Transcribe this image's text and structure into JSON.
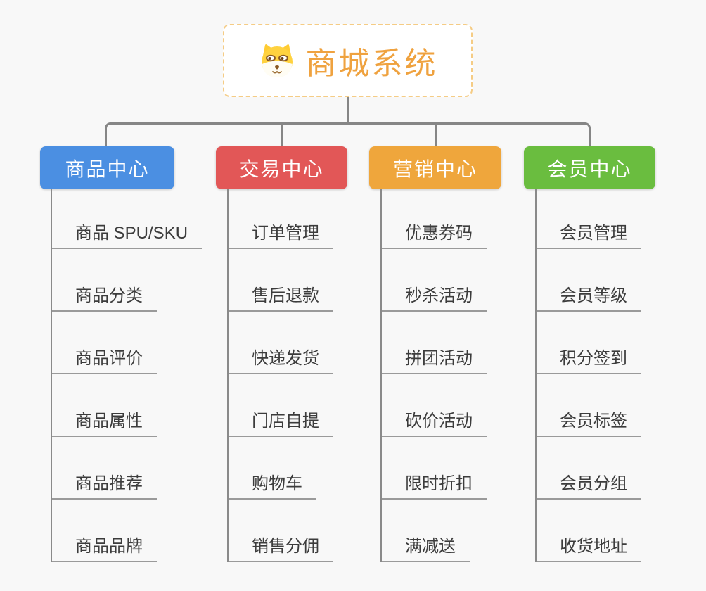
{
  "page": {
    "background": "#f8f8f8",
    "connector_color": "#868686"
  },
  "root": {
    "label": "商城系统",
    "text_color": "#efa23f",
    "border_color": "#f5cc85",
    "icon": "dog-face-icon"
  },
  "branches": [
    {
      "id": "product-center",
      "label": "商品中心",
      "color": "#4b8fe2",
      "children": [
        "商品 SPU/SKU",
        "商品分类",
        "商品评价",
        "商品属性",
        "商品推荐",
        "商品品牌"
      ]
    },
    {
      "id": "trade-center",
      "label": "交易中心",
      "color": "#e25757",
      "children": [
        "订单管理",
        "售后退款",
        "快递发货",
        "门店自提",
        "购物车",
        "销售分佣"
      ]
    },
    {
      "id": "marketing-center",
      "label": "营销中心",
      "color": "#efa63c",
      "children": [
        "优惠券码",
        "秒杀活动",
        "拼团活动",
        "砍价活动",
        "限时折扣",
        "满减送"
      ]
    },
    {
      "id": "member-center",
      "label": "会员中心",
      "color": "#6abd3f",
      "children": [
        "会员管理",
        "会员等级",
        "积分签到",
        "会员标签",
        "会员分组",
        "收货地址"
      ]
    }
  ]
}
